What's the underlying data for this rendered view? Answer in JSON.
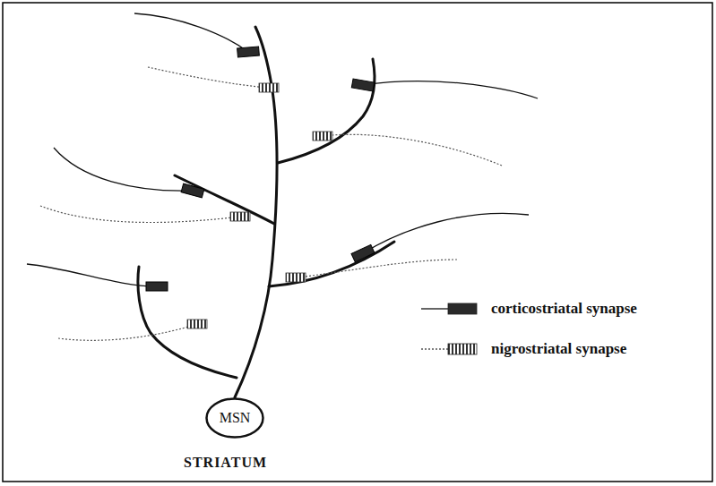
{
  "diagram": {
    "nodes": [
      {
        "text": [
          "MSN"
        ]
      }
    ],
    "labels": [
      "STRIATUM"
    ],
    "legend": [
      {
        "text": "corticostriatal synapse"
      },
      {
        "text": "nigrostriatal synapse"
      }
    ]
  }
}
